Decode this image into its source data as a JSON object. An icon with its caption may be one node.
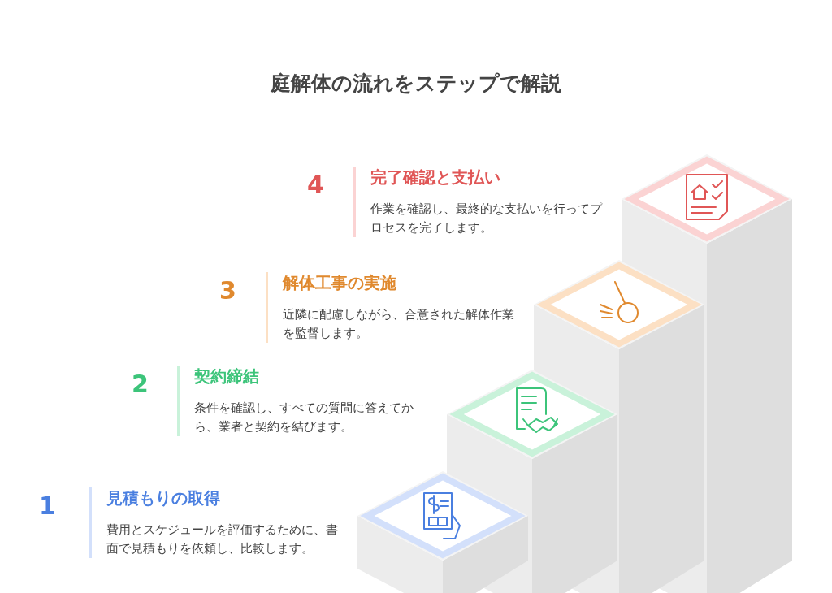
{
  "diagram": {
    "title": "庭解体の流れをステップで解説",
    "nodes": [
      {
        "text": [
          "完了確認と支払い",
          "作業を確認し、最終的な支払いを行ってプロセスを完了します。"
        ],
        "beside": [
          "4"
        ]
      },
      {
        "text": [
          "解体工事の実施",
          "近隣に配慮しながら、合意された解体作業を監督します。"
        ],
        "beside": [
          "3"
        ]
      },
      {
        "text": [
          "契約締結",
          "条件を確認し、すべての質問に答えてから、業者と契約を結びます。"
        ],
        "beside": [
          "2"
        ]
      },
      {
        "text": [
          "見積もりの取得",
          "費用とスケジュールを評価するために、書面で見積もりを依頼し、比較します。"
        ],
        "beside": [
          "1"
        ]
      }
    ],
    "edges": []
  }
}
